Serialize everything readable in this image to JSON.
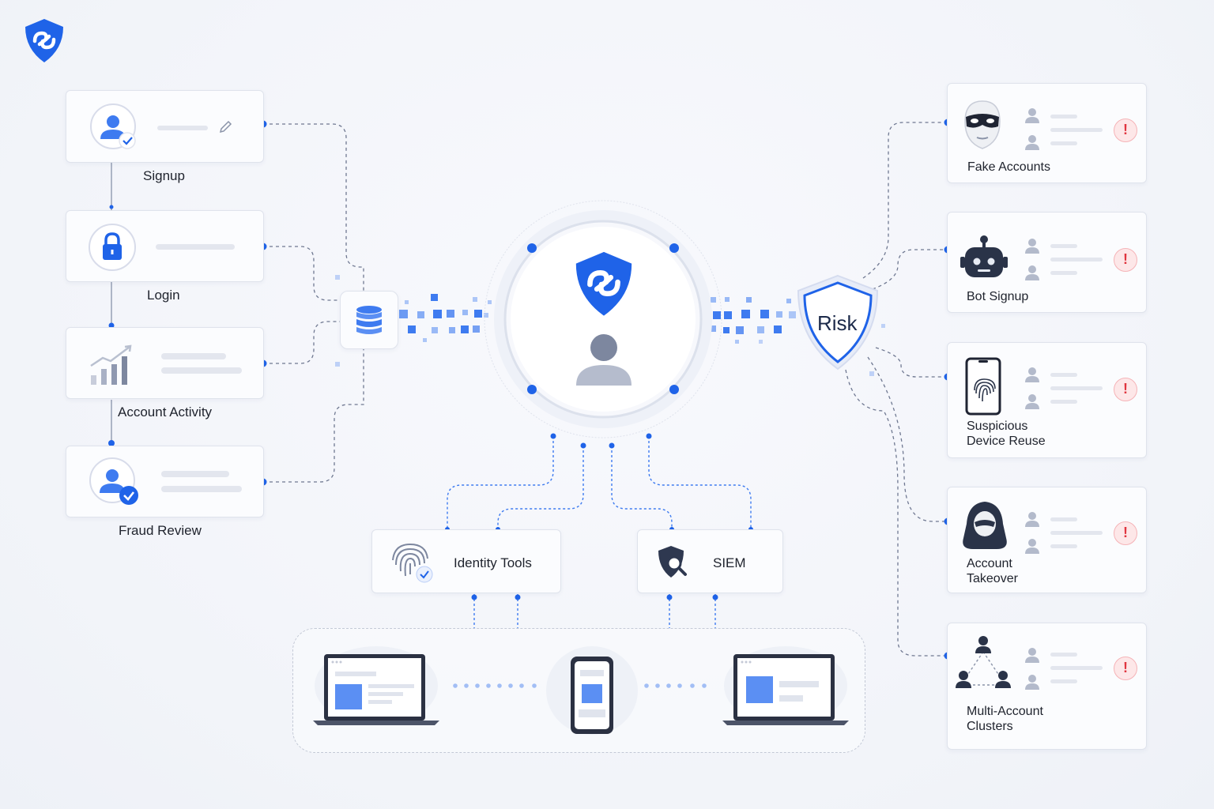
{
  "inputs": [
    {
      "label": "Signup"
    },
    {
      "label": "Login"
    },
    {
      "label": "Account Activity"
    },
    {
      "label": "Fraud Review"
    }
  ],
  "hub": {
    "risk_label": "Risk"
  },
  "integrations": [
    {
      "label": "Identity Tools"
    },
    {
      "label": "SIEM"
    }
  ],
  "threats": [
    {
      "label": "Fake Accounts"
    },
    {
      "label": "Bot Signup"
    },
    {
      "label": "Suspicious Device Reuse"
    },
    {
      "label": "Account Takeover"
    },
    {
      "label": "Multi-Account Clusters"
    }
  ],
  "colors": {
    "accent": "#1f63e8",
    "navy": "#2a3348",
    "alert": "#e0353f",
    "border": "#dfe3ec"
  }
}
